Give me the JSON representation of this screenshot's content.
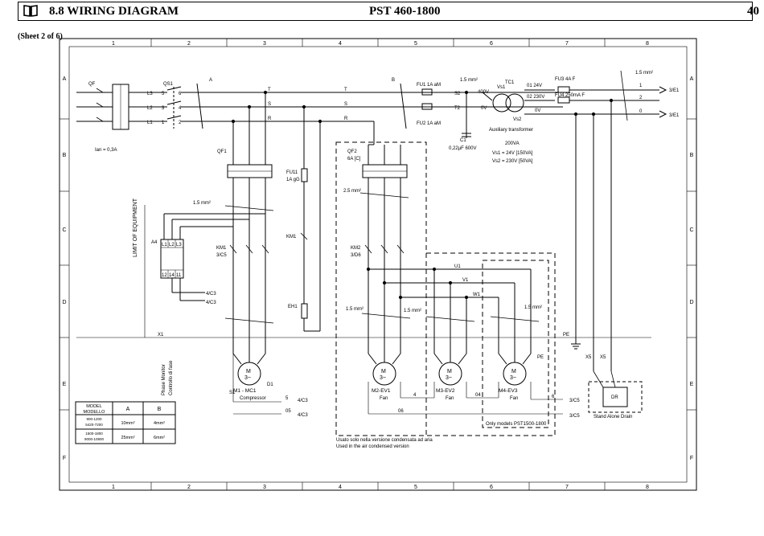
{
  "header": {
    "icon": "book-icon",
    "title": "8.8  WIRING DIAGRAM",
    "model": "PST 460-1800",
    "page": "40"
  },
  "sheet": "(Sheet 2 of 6)",
  "frame": {
    "cols": [
      "1",
      "2",
      "3",
      "4",
      "5",
      "6",
      "7",
      "8"
    ],
    "rows": [
      "A",
      "B",
      "C",
      "D",
      "E",
      "F"
    ]
  },
  "labels": {
    "qf": "QF",
    "ian": "Ian = 0,3A",
    "l3": "L3",
    "l2": "L2",
    "l1": "L1",
    "qs1": "QS1",
    "n5": "5",
    "n6": "6",
    "n3": "3",
    "n4": "4",
    "n1": "1",
    "n2": "2",
    "a1": "A",
    "b1": "B",
    "t1": "T",
    "s1": "S",
    "r1": "R",
    "t2": "T",
    "s2": "S",
    "r2": "R",
    "fu1": "FU1 1A aM",
    "fu2": "FU2 1A aM",
    "wire15a": "1.5 mm²",
    "s2w": "S2",
    "t2w": "T2",
    "v400": "400V",
    "v0": "0V",
    "vs1": "Vs1",
    "vs2": "Vs2",
    "tc1": "TC1",
    "o1": "01 24V",
    "o2": "02 230V",
    "ov": "0V",
    "aux": "Auxiliary transformer",
    "c1": "C1",
    "c1v": "0,22µF 600V",
    "va": "200VA",
    "vs1spec": "Vs1 = 24V [150VA]",
    "vs2spec": "Vs2 = 230V [50VA]",
    "fu3": "FU3 4A F",
    "fu4": "FU4 250mA F",
    "wire15b": "1.5 mm²",
    "out1": "1",
    "out2": "2",
    "out0": "0",
    "ref31a": "3/E1",
    "ref31b": "3/E1",
    "qf1": "QF1",
    "qf2": "QF2",
    "qf2r": "6A [C]",
    "fu11": "FU11",
    "fu11r": "1A gG",
    "km1": "KM1",
    "eh1": "EH1",
    "lim": "LIMIT OF EQUIPMENT",
    "a4": "A4",
    "r15": "1.5 mm²",
    "l1b": "L1",
    "l2b": "L2",
    "l3b": "L3",
    "c12": "12",
    "c14": "14",
    "c11": "11",
    "km1a": "KM1",
    "km1b": "3/C5",
    "km2a": "KM2",
    "km2b": "3/D6",
    "ref4c3a": "4/C3",
    "ref4c3b": "4/C3",
    "w25": "2.5 mm²",
    "u1": "U1",
    "v1": "V1",
    "w1": "W1",
    "w15c": "1.5 mm²",
    "w15d": "1.5 mm²",
    "w15e": "1.5 mm²",
    "x1": "X1",
    "pe": "PE",
    "pe2": "PE",
    "phase1": "Phase Monitor",
    "phase2": "Controllo di fase",
    "m1": "M1 - MC1",
    "m1s": "Compressor",
    "m2": "M2-EV1",
    "m2s": "Fan",
    "m3": "M3-EV2",
    "m3s": "Fan",
    "m4": "M4-EV3",
    "m4s": "Fan",
    "mot": "M",
    "mot3": "3~",
    "ref5": "5",
    "ref05": "05",
    "ref4c3c": "4/C3",
    "ref4c3d": "4/C3",
    "w4": "4",
    "w04": "04",
    "w6": "6",
    "w06": "06",
    "ref3c5": "3/C5",
    "ref3c5b": "3/C5",
    "only": "Only models PST1500-1800",
    "usato": "Usato solo nella versione condensata ad aria",
    "used": "Used in the air condensed version",
    "x5a": "X5",
    "x5b": "X5",
    "dr": "DR",
    "drs": "Stand Alone Drain",
    "s1t": "S1",
    "d1t": "D1"
  },
  "table": {
    "head": [
      "MODEL\nMODELLO",
      "A",
      "B"
    ],
    "h1": "MODEL",
    "h2": "MODELLO",
    "ha": "A",
    "hb": "B",
    "r1m1": "900-1200",
    "r1m2": "5420-7200",
    "r1a": "10mm²",
    "r1b": "4mm²",
    "r2m1": "1500-1800",
    "r2m2": "9000-10800",
    "r2a": "25mm²",
    "r2b": "6mm²"
  }
}
